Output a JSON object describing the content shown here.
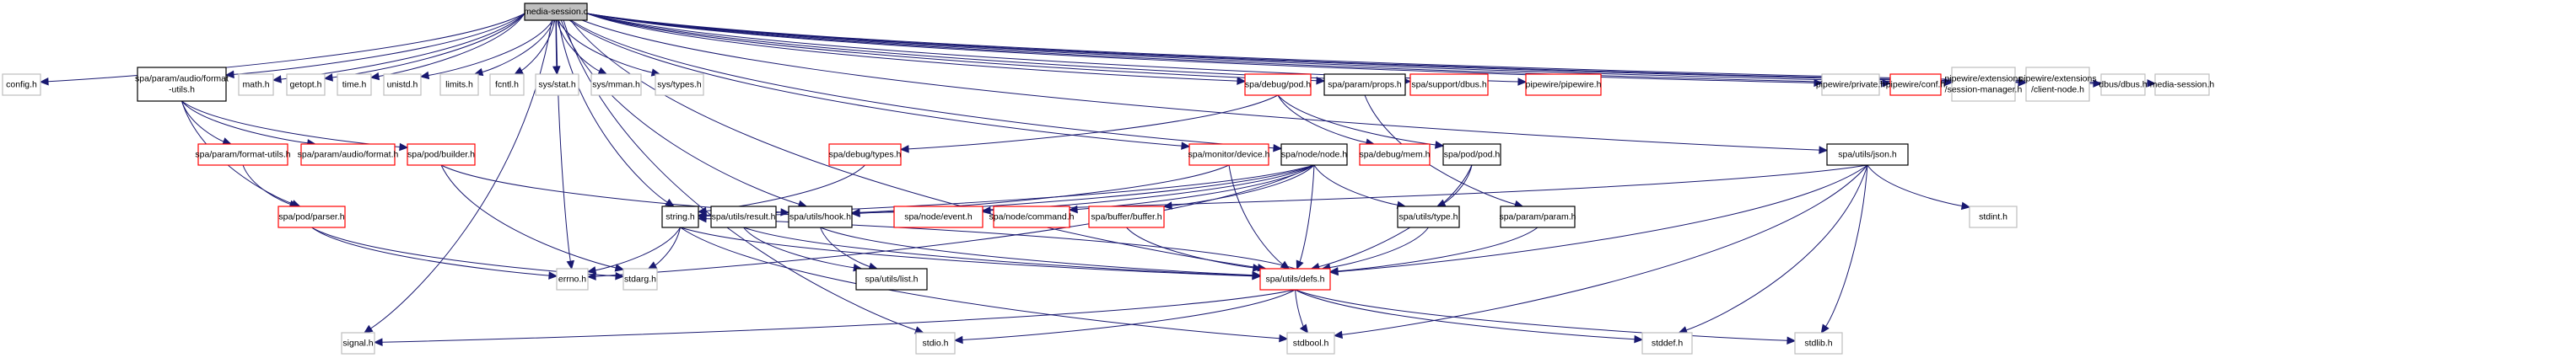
{
  "title": "media-session.c include dependency graph",
  "colors": {
    "edge": "#191970",
    "root_fill": "#bfbfbf",
    "root_border": "#000000",
    "documented_border": "#000000",
    "truncated_border": "#ff0000",
    "external_border": "#bfbfbf",
    "node_fill": "#ffffff"
  },
  "nodes": [
    {
      "id": "root",
      "label": [
        "media-session.c"
      ],
      "kind": "root"
    },
    {
      "id": "config",
      "label": [
        "config.h"
      ],
      "kind": "external"
    },
    {
      "id": "fmtutils_audio",
      "label": [
        "spa/param/audio/format",
        "-utils.h"
      ],
      "kind": "documented"
    },
    {
      "id": "math",
      "label": [
        "math.h"
      ],
      "kind": "external"
    },
    {
      "id": "getopt",
      "label": [
        "getopt.h"
      ],
      "kind": "external"
    },
    {
      "id": "time",
      "label": [
        "time.h"
      ],
      "kind": "external"
    },
    {
      "id": "unistd",
      "label": [
        "unistd.h"
      ],
      "kind": "external"
    },
    {
      "id": "limits",
      "label": [
        "limits.h"
      ],
      "kind": "external"
    },
    {
      "id": "fcntl",
      "label": [
        "fcntl.h"
      ],
      "kind": "external"
    },
    {
      "id": "sysstat",
      "label": [
        "sys/stat.h"
      ],
      "kind": "external"
    },
    {
      "id": "sysmman",
      "label": [
        "sys/mman.h"
      ],
      "kind": "external"
    },
    {
      "id": "systypes",
      "label": [
        "sys/types.h"
      ],
      "kind": "external"
    },
    {
      "id": "debugpod",
      "label": [
        "spa/debug/pod.h"
      ],
      "kind": "truncated"
    },
    {
      "id": "props",
      "label": [
        "spa/param/props.h"
      ],
      "kind": "documented"
    },
    {
      "id": "dbus_support",
      "label": [
        "spa/support/dbus.h"
      ],
      "kind": "truncated"
    },
    {
      "id": "pipewire",
      "label": [
        "pipewire/pipewire.h"
      ],
      "kind": "truncated"
    },
    {
      "id": "private",
      "label": [
        "pipewire/private.h"
      ],
      "kind": "external"
    },
    {
      "id": "conf",
      "label": [
        "pipewire/conf.h"
      ],
      "kind": "truncated"
    },
    {
      "id": "sessmgr",
      "label": [
        "pipewire/extensions",
        "/session-manager.h"
      ],
      "kind": "external"
    },
    {
      "id": "clientnode",
      "label": [
        "pipewire/extensions",
        "/client-node.h"
      ],
      "kind": "external"
    },
    {
      "id": "dbusdbus",
      "label": [
        "dbus/dbus.h"
      ],
      "kind": "external"
    },
    {
      "id": "mediasession_h",
      "label": [
        "media-session.h"
      ],
      "kind": "external"
    },
    {
      "id": "formatutils",
      "label": [
        "spa/param/format-utils.h"
      ],
      "kind": "truncated"
    },
    {
      "id": "audioformat",
      "label": [
        "spa/param/audio/format.h"
      ],
      "kind": "truncated"
    },
    {
      "id": "builder",
      "label": [
        "spa/pod/builder.h"
      ],
      "kind": "truncated"
    },
    {
      "id": "debugtypes",
      "label": [
        "spa/debug/types.h"
      ],
      "kind": "truncated"
    },
    {
      "id": "monitordevice",
      "label": [
        "spa/monitor/device.h"
      ],
      "kind": "truncated"
    },
    {
      "id": "nodenode",
      "label": [
        "spa/node/node.h"
      ],
      "kind": "documented"
    },
    {
      "id": "debugmem",
      "label": [
        "spa/debug/mem.h"
      ],
      "kind": "truncated"
    },
    {
      "id": "podpod",
      "label": [
        "spa/pod/pod.h"
      ],
      "kind": "documented"
    },
    {
      "id": "json",
      "label": [
        "spa/utils/json.h"
      ],
      "kind": "documented"
    },
    {
      "id": "parser",
      "label": [
        "spa/pod/parser.h"
      ],
      "kind": "truncated"
    },
    {
      "id": "string",
      "label": [
        "string.h"
      ],
      "kind": "documented"
    },
    {
      "id": "result",
      "label": [
        "spa/utils/result.h"
      ],
      "kind": "documented"
    },
    {
      "id": "hook",
      "label": [
        "spa/utils/hook.h"
      ],
      "kind": "documented"
    },
    {
      "id": "nodeevent",
      "label": [
        "spa/node/event.h"
      ],
      "kind": "truncated"
    },
    {
      "id": "nodecommand",
      "label": [
        "spa/node/command.h"
      ],
      "kind": "truncated"
    },
    {
      "id": "buffer",
      "label": [
        "spa/buffer/buffer.h"
      ],
      "kind": "truncated"
    },
    {
      "id": "utilstype",
      "label": [
        "spa/utils/type.h"
      ],
      "kind": "documented"
    },
    {
      "id": "paramparam",
      "label": [
        "spa/param/param.h"
      ],
      "kind": "documented"
    },
    {
      "id": "stdint",
      "label": [
        "stdint.h"
      ],
      "kind": "external"
    },
    {
      "id": "errno",
      "label": [
        "errno.h"
      ],
      "kind": "external"
    },
    {
      "id": "stdarg",
      "label": [
        "stdarg.h"
      ],
      "kind": "external"
    },
    {
      "id": "list",
      "label": [
        "spa/utils/list.h"
      ],
      "kind": "documented"
    },
    {
      "id": "defs",
      "label": [
        "spa/utils/defs.h"
      ],
      "kind": "truncated"
    },
    {
      "id": "signal",
      "label": [
        "signal.h"
      ],
      "kind": "external"
    },
    {
      "id": "stdio",
      "label": [
        "stdio.h"
      ],
      "kind": "external"
    },
    {
      "id": "stdbool",
      "label": [
        "stdbool.h"
      ],
      "kind": "external"
    },
    {
      "id": "stddef",
      "label": [
        "stddef.h"
      ],
      "kind": "external"
    },
    {
      "id": "stdlib",
      "label": [
        "stdlib.h"
      ],
      "kind": "external"
    }
  ],
  "edges": [
    [
      "root",
      "config"
    ],
    [
      "root",
      "fmtutils_audio"
    ],
    [
      "root",
      "math"
    ],
    [
      "root",
      "getopt"
    ],
    [
      "root",
      "time"
    ],
    [
      "root",
      "unistd"
    ],
    [
      "root",
      "limits"
    ],
    [
      "root",
      "fcntl"
    ],
    [
      "root",
      "sysstat"
    ],
    [
      "root",
      "sysmman"
    ],
    [
      "root",
      "systypes"
    ],
    [
      "root",
      "debugpod"
    ],
    [
      "root",
      "props"
    ],
    [
      "root",
      "dbus_support"
    ],
    [
      "root",
      "pipewire"
    ],
    [
      "root",
      "private"
    ],
    [
      "root",
      "conf"
    ],
    [
      "root",
      "sessmgr"
    ],
    [
      "root",
      "clientnode"
    ],
    [
      "root",
      "dbusdbus"
    ],
    [
      "root",
      "mediasession_h"
    ],
    [
      "root",
      "monitordevice"
    ],
    [
      "root",
      "nodenode"
    ],
    [
      "root",
      "json"
    ],
    [
      "root",
      "string"
    ],
    [
      "root",
      "hook"
    ],
    [
      "root",
      "errno"
    ],
    [
      "root",
      "signal"
    ],
    [
      "root",
      "stdio"
    ],
    [
      "root",
      "defs"
    ],
    [
      "fmtutils_audio",
      "formatutils"
    ],
    [
      "fmtutils_audio",
      "audioformat"
    ],
    [
      "fmtutils_audio",
      "builder"
    ],
    [
      "fmtutils_audio",
      "parser"
    ],
    [
      "formatutils",
      "parser"
    ],
    [
      "builder",
      "hook"
    ],
    [
      "builder",
      "stdarg"
    ],
    [
      "parser",
      "errno"
    ],
    [
      "parser",
      "stdarg"
    ],
    [
      "debugpod",
      "debugtypes"
    ],
    [
      "debugpod",
      "debugmem"
    ],
    [
      "debugpod",
      "podpod"
    ],
    [
      "debugtypes",
      "string"
    ],
    [
      "props",
      "paramparam"
    ],
    [
      "monitordevice",
      "hook"
    ],
    [
      "monitordevice",
      "defs"
    ],
    [
      "nodenode",
      "hook"
    ],
    [
      "nodenode",
      "nodeevent"
    ],
    [
      "nodenode",
      "nodecommand"
    ],
    [
      "nodenode",
      "buffer"
    ],
    [
      "nodenode",
      "utilstype"
    ],
    [
      "nodenode",
      "errno"
    ],
    [
      "nodenode",
      "string"
    ],
    [
      "nodenode",
      "defs"
    ],
    [
      "podpod",
      "utilstype"
    ],
    [
      "podpod",
      "defs"
    ],
    [
      "json",
      "string"
    ],
    [
      "json",
      "stdint"
    ],
    [
      "json",
      "defs"
    ],
    [
      "json",
      "stddef"
    ],
    [
      "json",
      "stdlib"
    ],
    [
      "json",
      "stdbool"
    ],
    [
      "string",
      "errno"
    ],
    [
      "string",
      "stdarg"
    ],
    [
      "string",
      "defs"
    ],
    [
      "string",
      "stdbool"
    ],
    [
      "result",
      "list"
    ],
    [
      "result",
      "defs"
    ],
    [
      "hook",
      "list"
    ],
    [
      "hook",
      "defs"
    ],
    [
      "buffer",
      "defs"
    ],
    [
      "utilstype",
      "defs"
    ],
    [
      "paramparam",
      "defs"
    ],
    [
      "defs",
      "string"
    ],
    [
      "defs",
      "signal"
    ],
    [
      "defs",
      "stdio"
    ],
    [
      "defs",
      "stdbool"
    ],
    [
      "defs",
      "stddef"
    ],
    [
      "defs",
      "stdlib"
    ]
  ]
}
